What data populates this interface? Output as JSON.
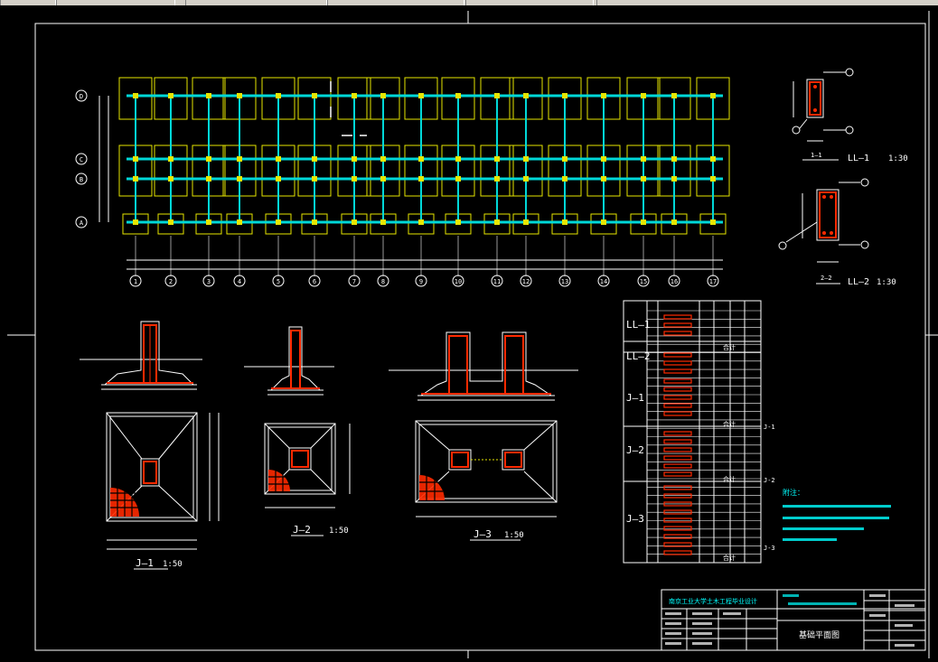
{
  "axes_numbers": [
    "1",
    "2",
    "3",
    "4",
    "5",
    "6",
    "7",
    "8",
    "9",
    "10",
    "11",
    "12",
    "13",
    "14",
    "15",
    "16",
    "17"
  ],
  "axes_letters": [
    "D",
    "C",
    "B",
    "A"
  ],
  "details": {
    "ll1": {
      "title": "LL—1",
      "scale": "1:30",
      "section": "1—1"
    },
    "ll2": {
      "title": "LL—2",
      "scale": "1:30",
      "section": "2—2"
    }
  },
  "footings": [
    {
      "title": "J—1",
      "scale": "1:50"
    },
    {
      "title": "J—2",
      "scale": "1:50"
    },
    {
      "title": "J—3",
      "scale": "1:50"
    }
  ],
  "table": {
    "groups": [
      "LL—1",
      "LL—2",
      "J—1",
      "J—2",
      "J—3"
    ],
    "totals": [
      "合计",
      "合计",
      "合计",
      "合计"
    ],
    "side_labels": [
      "J-1",
      "J-2",
      "J-3"
    ]
  },
  "notes_title": "附注：",
  "title_block": {
    "school": "南京工业大学土木工程毕业设计",
    "drawing_title": "基础平面图"
  },
  "colors": {
    "column": "#e6e600",
    "beam": "#00d8d8",
    "rebar": "#ff2a00",
    "line": "#ffffff",
    "text_cyan": "#00ffff"
  }
}
